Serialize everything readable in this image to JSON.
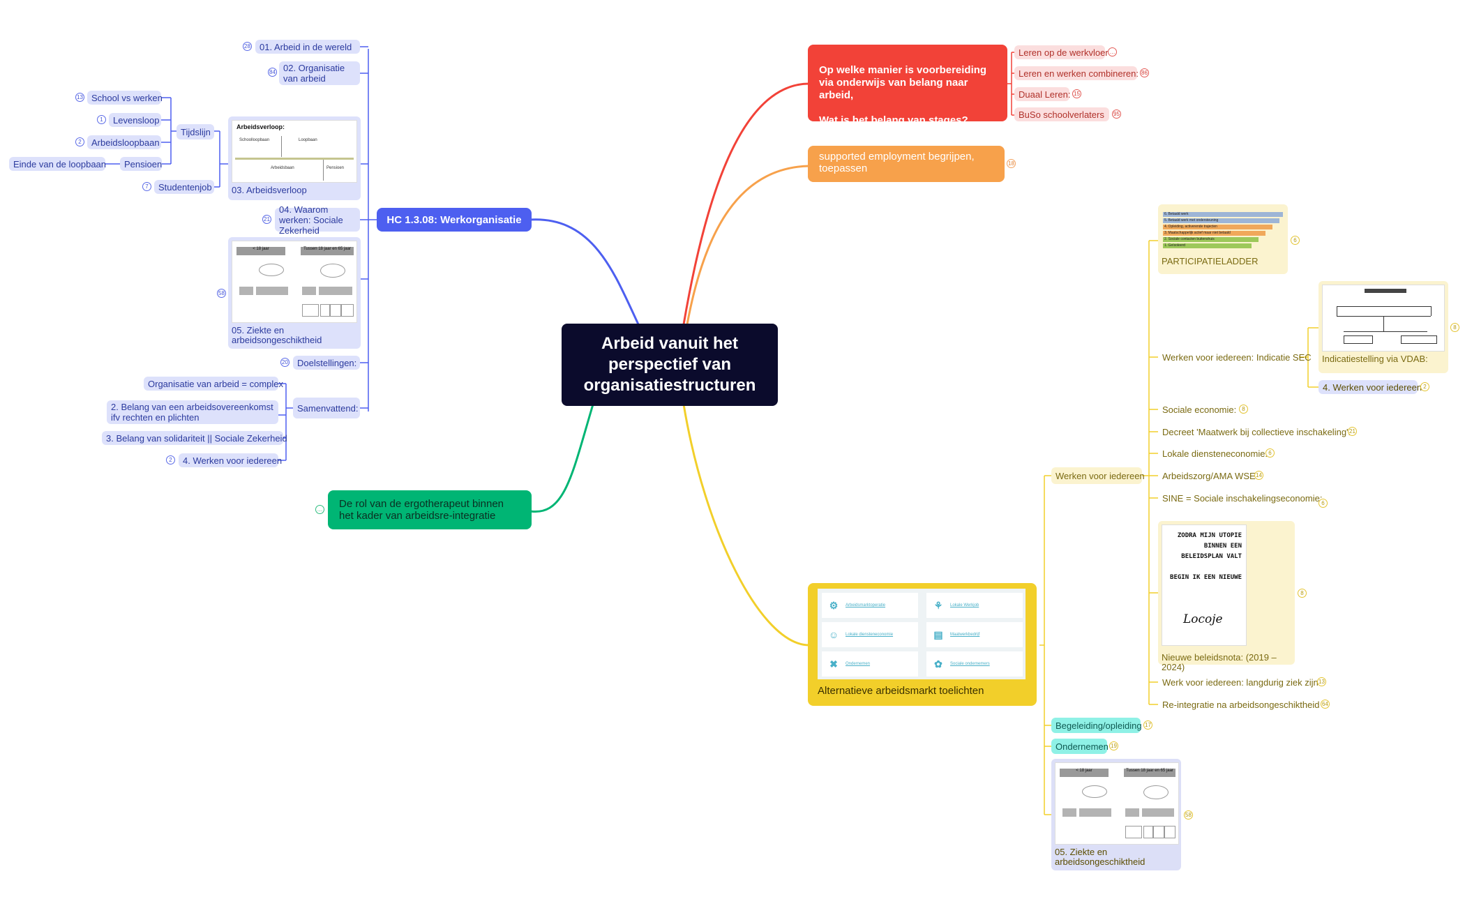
{
  "colors": {
    "blue": "#4d5ff0",
    "red": "#f24238",
    "orange": "#f7a14b",
    "green": "#00b574",
    "yellow": "#f2cf2a",
    "dark": "#0b0b2c"
  },
  "center": {
    "title": "Arbeid vanuit het perspectief van organisatiestructuren"
  },
  "hc": {
    "title": "HC 1.3.08: Werkorganisatie",
    "arbeid_wereld": {
      "label": "01. Arbeid in de wereld",
      "count": "28"
    },
    "organisatie": {
      "label": "02. Organisatie van arbeid",
      "count": "84"
    },
    "arbeidsverloop": {
      "caption": "03. Arbeidsverloop",
      "thumb_title": "Arbeidsverloop:",
      "thumb_items": [
        "Schoolloopbaan",
        "Loopbaan",
        "Arbeidsbaan",
        "Pensioen"
      ]
    },
    "tijdslijn": {
      "label": "Tijdslijn"
    },
    "school": {
      "label": "School vs werken",
      "count": "13"
    },
    "levensloop": {
      "label": "Levensloop",
      "count": "1"
    },
    "arbeidsloopbaan": {
      "label": "Arbeidsloopbaan",
      "count": "2"
    },
    "pensioen": {
      "label": "Pensioen"
    },
    "einde": {
      "label": "Einde van de loopbaan"
    },
    "studentenjob": {
      "label": "Studentenjob",
      "count": "7"
    },
    "waarom": {
      "label": "04. Waarom werken: Sociale Zekerheid",
      "count": "21"
    },
    "ziekte": {
      "caption": "05. Ziekte en arbeidsongeschiktheid",
      "count": "58",
      "thumb_left": "< 18 jaar",
      "thumb_right": "Tussen 18 jaar en 65 jaar"
    },
    "doel": {
      "label": "Doelstellingen:",
      "count": "20"
    },
    "samen": {
      "label": "Samenvattend:"
    },
    "s1": {
      "label": "Organisatie van arbeid = complex"
    },
    "s2": {
      "label": "2. Belang van een arbeidsovereenkomst ifv rechten en plichten"
    },
    "s3": {
      "label": "3. Belang van solidariteit || Sociale Zekerheid"
    },
    "s4": {
      "label": "4. Werken voor iedereen",
      "count": "2"
    }
  },
  "ergo": {
    "label": "De rol van de ergotherapeut binnen het kader van arbeidsre-integratie",
    "count": "…"
  },
  "voorber": {
    "label": "Op welke manier is voorbereiding via onderwijs van belang naar arbeid,\n\nWat is het belang van stages?",
    "items": [
      {
        "label": "Leren op de werkvloer",
        "count": "…"
      },
      {
        "label": "Leren en werken combineren:",
        "count": "86"
      },
      {
        "label": "Duaal Leren:",
        "count": "15"
      },
      {
        "label": "BuSo schoolverlaters",
        "count": "95"
      }
    ]
  },
  "supported": {
    "label": "supported employment begrijpen, toepassen",
    "count": "18"
  },
  "alt": {
    "label": "Alternatieve arbeidsmarkt toelichten",
    "tiles": [
      "Arbeidsmarktoperatie",
      "Lokale Werkjob",
      "Lokale diensteneconomie",
      "Maatwerkbedrijf",
      "Ondernemen",
      "Sociale ondernemers"
    ]
  },
  "wvi": {
    "label": "Werken voor iedereen",
    "ladder": {
      "caption": "PARTICIPATIELADDER",
      "count": "6",
      "rows": [
        "6. Betaald werk",
        "5. Betaald werk met ondersteuning",
        "4. Opleiding, activerende trajecten",
        "3. Maatschappelijk actief maar niet betaald",
        "2. Sociale contacten buitenshuis",
        "1. Geïsoleerd"
      ]
    },
    "sec": {
      "label": "Werken voor iedereen: Indicatie SEC",
      "count": "8"
    },
    "vdab": {
      "caption": "Indicatiestelling via VDAB:"
    },
    "w4": {
      "label": "4. Werken voor iedereen",
      "count": "2"
    },
    "soc": {
      "label": "Sociale economie:",
      "count": "8"
    },
    "decreet": {
      "label": "Decreet 'Maatwerk bij collectieve inschakeling':",
      "count": "21"
    },
    "lokale": {
      "label": "Lokale diensteneconomie:",
      "count": "6"
    },
    "ama": {
      "label": "Arbeidszorg/AMA WSE",
      "count": "14"
    },
    "sine": {
      "label": "SINE = Sociale inschakelingseconomie:",
      "count": "6"
    },
    "nota": {
      "caption": "Nieuwe beleidsnota: (2019 – 2024)",
      "count": "8",
      "text": "ZODRA MIJN UTOPIE BINNEN EEN BELEIDSPLAN VALT\n\nBEGIN IK EEN NIEUWE",
      "signature": "Locoje"
    },
    "ziek": {
      "label": "Werk voor iedereen: langdurig ziek zijn",
      "count": "13"
    },
    "reint": {
      "label": "Re-integratie na arbeidsongeschiktheid",
      "count": "64"
    }
  },
  "beg": {
    "label": "Begeleiding/opleiding",
    "count": "17"
  },
  "ond": {
    "label": "Ondernemen",
    "count": "19"
  },
  "ziekte2": {
    "caption": "05. Ziekte en arbeidsongeschiktheid",
    "count": "58",
    "thumb_left": "< 18 jaar",
    "thumb_right": "Tussen 18 jaar en 65 jaar"
  }
}
